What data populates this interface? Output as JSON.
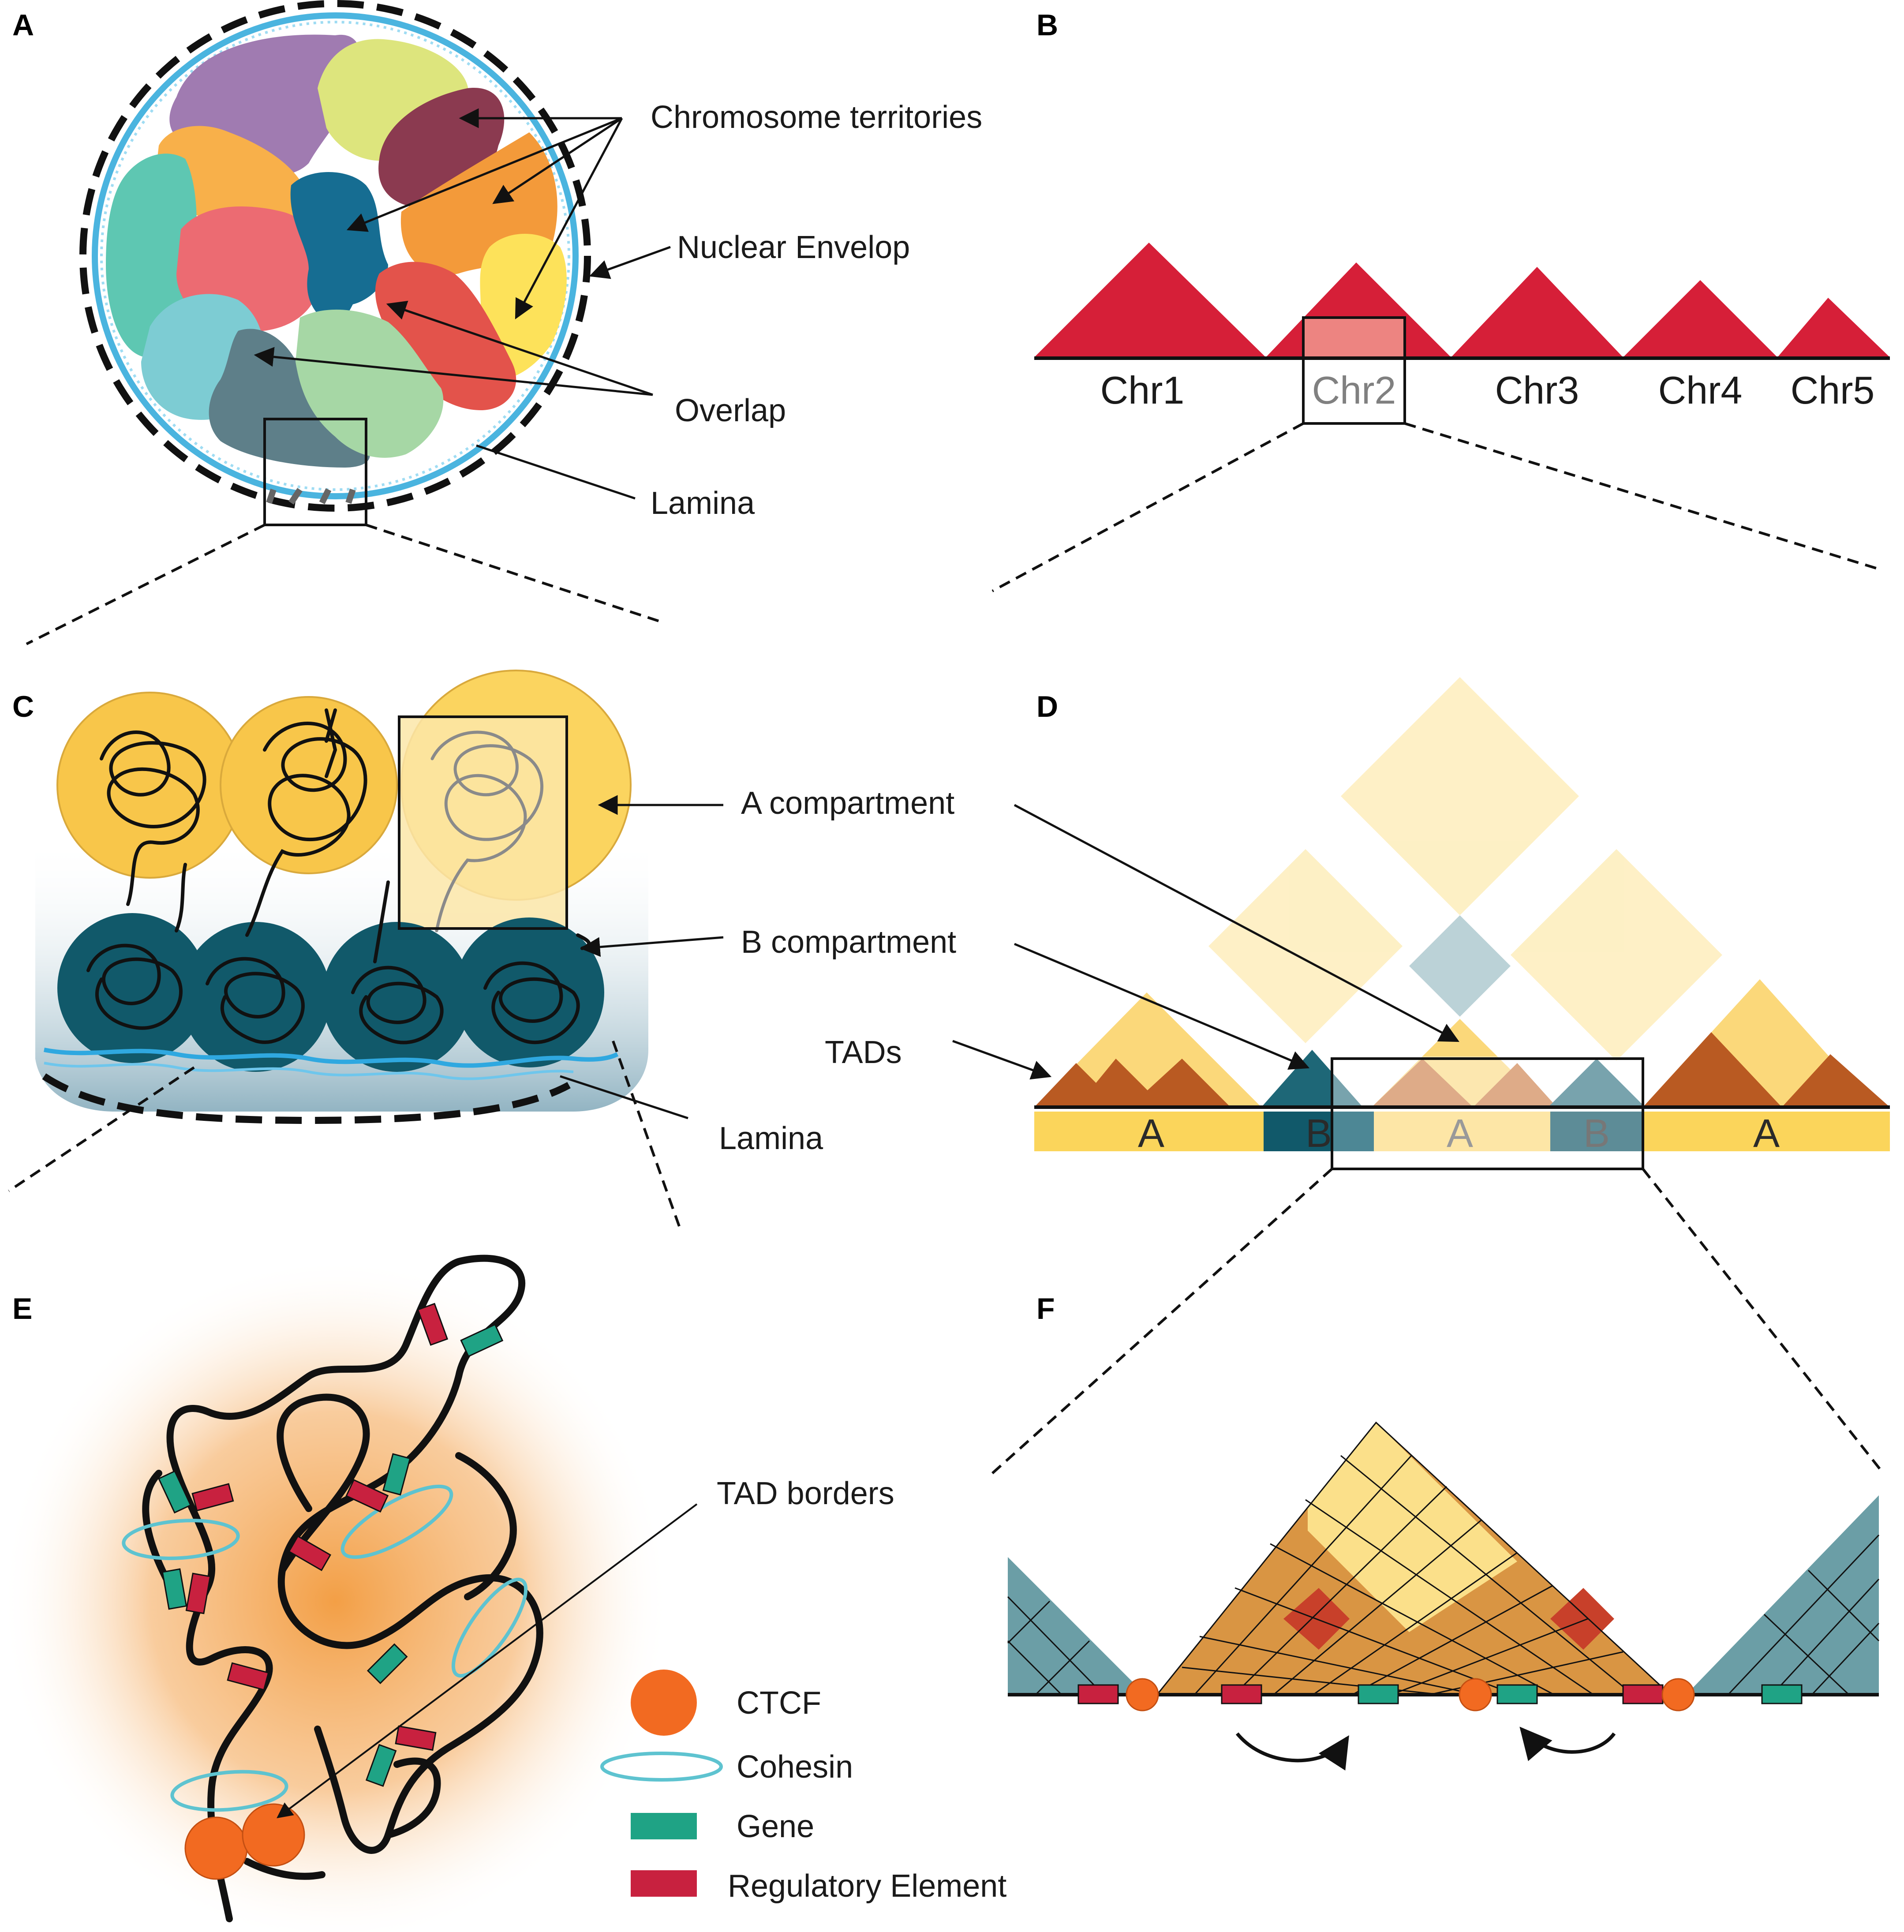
{
  "panels": {
    "a": "A",
    "b": "B",
    "c": "C",
    "d": "D",
    "e": "E",
    "f": "F"
  },
  "panel_a": {
    "chromosome_territories": "Chromosome territories",
    "nuclear_envelop": "Nuclear Envelop",
    "overlap": "Overlap",
    "lamina": "Lamina"
  },
  "panel_b": {
    "chromosomes": [
      "Chr1",
      "Chr2",
      "Chr3",
      "Chr4",
      "Chr5"
    ],
    "color": "#d61f38"
  },
  "panel_c": {
    "a_compartment": "A compartment",
    "b_compartment": "B compartment",
    "tads": "TADs",
    "lamina": "Lamina"
  },
  "panel_d": {
    "segments": [
      "A",
      "B",
      "A",
      "B",
      "A"
    ]
  },
  "panel_e": {
    "tad_borders": "TAD borders",
    "legend": [
      "CTCF",
      "Cohesin",
      "Gene",
      "Regulatory Element"
    ]
  },
  "colors": {
    "ctcf": "#f26a21",
    "cohesin": "#5ec3d0",
    "gene": "#1fa385",
    "regulatory": "#c8213f",
    "a_comp": "#fbd55b",
    "b_comp": "#11596a",
    "tad": "#b95a22"
  }
}
